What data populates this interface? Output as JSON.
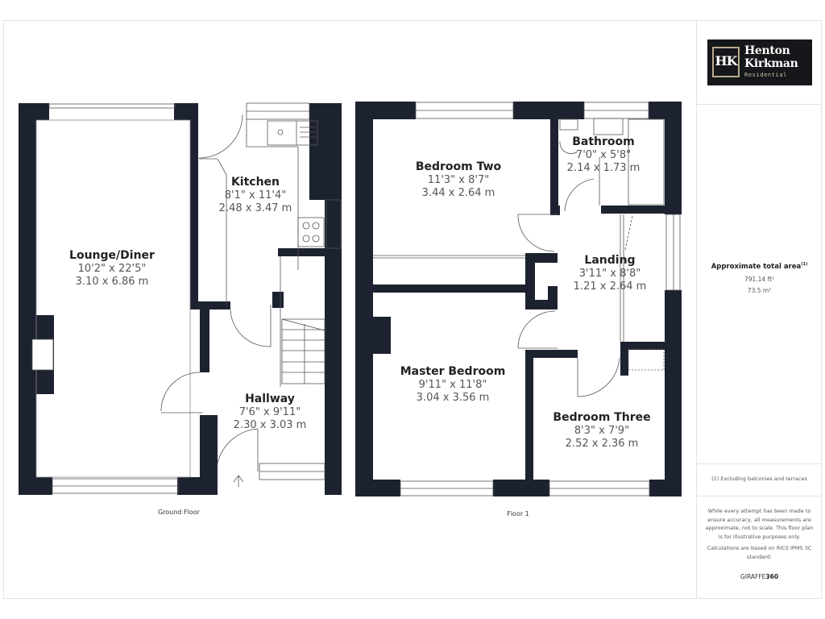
{
  "colors": {
    "wall": "#1d2230",
    "line": "#555555",
    "frame": "#e3e3e6",
    "logo_bg": "#16171a",
    "logo_gold": "#b9ab8e"
  },
  "branding": {
    "monogram": "HK",
    "name_line1": "Henton",
    "name_line2": "Kirkman",
    "subtitle": "Residential"
  },
  "area": {
    "title": "Approximate total area",
    "footnote_marker": "(1)",
    "sq_ft": "791.14 ft²",
    "sq_m": "73.5 m²"
  },
  "notes": {
    "exclusion": "(1) Excluding balconies and terraces",
    "disclaimer": "While every attempt has been made to ensure accuracy, all measurements are approximate, not to scale. This floor plan is for illustrative purposes only.",
    "calculation": "Calculations are based on RICS IPMS 3C standard.",
    "brand_prefix": "GIRAFFE",
    "brand_suffix": "360"
  },
  "floors": [
    {
      "label": "Ground Floor",
      "rooms": [
        {
          "name": "Lounge/Diner",
          "imperial": "10'2\" x 22'5\"",
          "metric": "3.10 x 6.86 m"
        },
        {
          "name": "Kitchen",
          "imperial": "8'1\" x 11'4\"",
          "metric": "2.48 x 3.47 m"
        },
        {
          "name": "Hallway",
          "imperial": "7'6\" x 9'11\"",
          "metric": "2.30 x 3.03 m"
        }
      ]
    },
    {
      "label": "Floor 1",
      "rooms": [
        {
          "name": "Bedroom Two",
          "imperial": "11'3\" x 8'7\"",
          "metric": "3.44 x 2.64 m"
        },
        {
          "name": "Bathroom",
          "imperial": "7'0\" x 5'8\"",
          "metric": "2.14 x 1.73 m"
        },
        {
          "name": "Landing",
          "imperial": "3'11\" x 8'8\"",
          "metric": "1.21 x 2.64 m"
        },
        {
          "name": "Master Bedroom",
          "imperial": "9'11\" x 11'8\"",
          "metric": "3.04 x 3.56 m"
        },
        {
          "name": "Bedroom Three",
          "imperial": "8'3\" x 7'9\"",
          "metric": "2.52 x 2.36 m"
        }
      ]
    }
  ]
}
